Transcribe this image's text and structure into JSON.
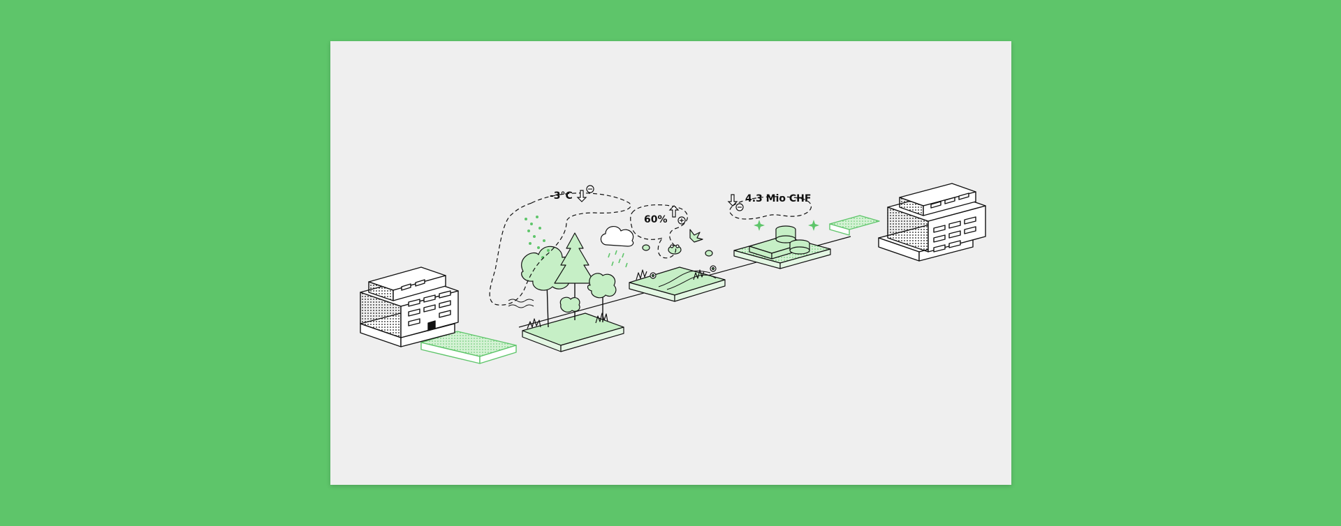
{
  "colors": {
    "background": "#5ec56a",
    "card": "#efefef",
    "accent_green": "#5ec56a",
    "light_green": "#c6efc6",
    "stroke": "#111111"
  },
  "annotations": {
    "temperature": "-3°C",
    "biodiversity": "60%",
    "cost": "4.3 Mio CHF"
  },
  "icons": {
    "temperature": "arrow-down-minus-icon",
    "biodiversity": "arrow-up-plus-icon",
    "cost": "arrow-down-minus-icon"
  }
}
